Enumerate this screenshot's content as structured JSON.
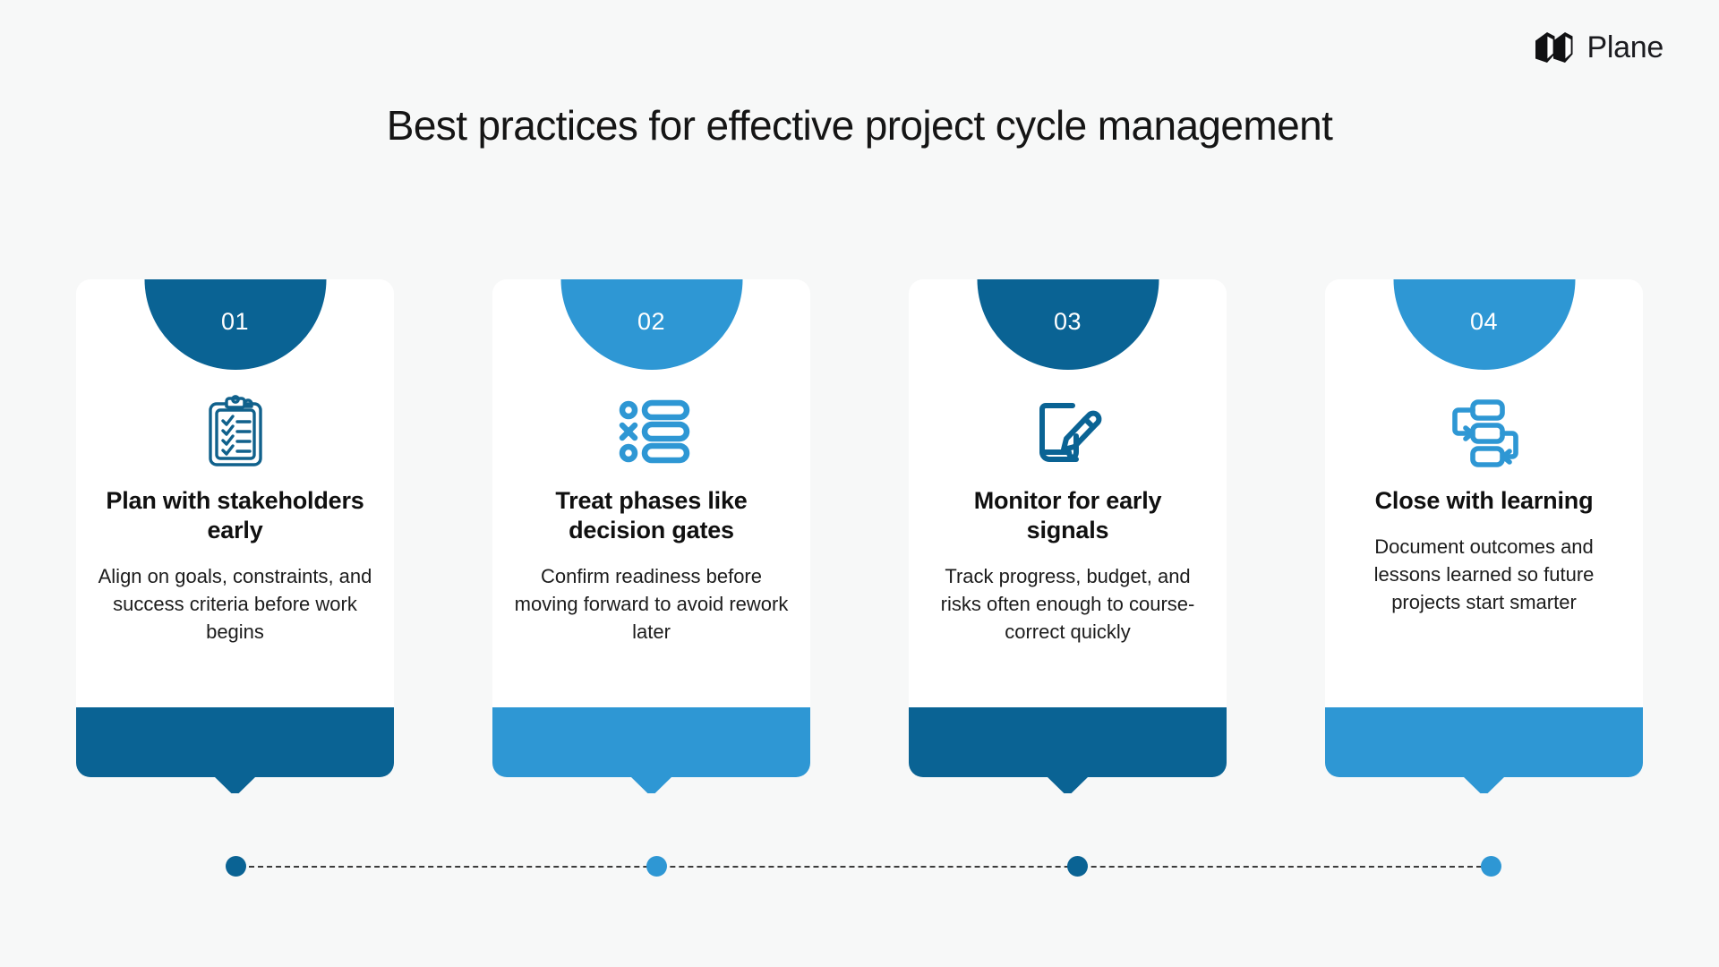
{
  "brand": {
    "name": "Plane",
    "logo_icon": "plane-logo-icon"
  },
  "header": {
    "title": "Best practices for effective project cycle management"
  },
  "colors": {
    "background": "#f7f8f8",
    "card": "#ffffff",
    "dark_blue": "#0a6394",
    "light_blue": "#2e97d4",
    "title_text": "#151515",
    "dashed_line": "#3c3c3c"
  },
  "cards": [
    {
      "number": "01",
      "heading": "Plan with stakeholders early",
      "body": "Align on goals, constraints, and success criteria before work begins",
      "icon": "clipboard-checklist-icon",
      "color": "#0a6394"
    },
    {
      "number": "02",
      "heading": "Treat phases like decision gates",
      "body": "Confirm readiness before moving forward to avoid rework later",
      "icon": "checklist-options-icon",
      "color": "#2e97d4"
    },
    {
      "number": "03",
      "heading": "Monitor for early signals",
      "body": "Track progress, budget, and risks often enough to course-correct quickly",
      "icon": "document-edit-pencil-icon",
      "color": "#0a6394"
    },
    {
      "number": "04",
      "heading": "Close with learning",
      "body": "Document outcomes and lessons learned so future projects start smarter",
      "icon": "workflow-flowchart-icon",
      "color": "#2e97d4"
    }
  ],
  "timeline": {
    "dots": [
      "#0a6394",
      "#2e97d4",
      "#0a6394",
      "#2e97d4"
    ]
  }
}
